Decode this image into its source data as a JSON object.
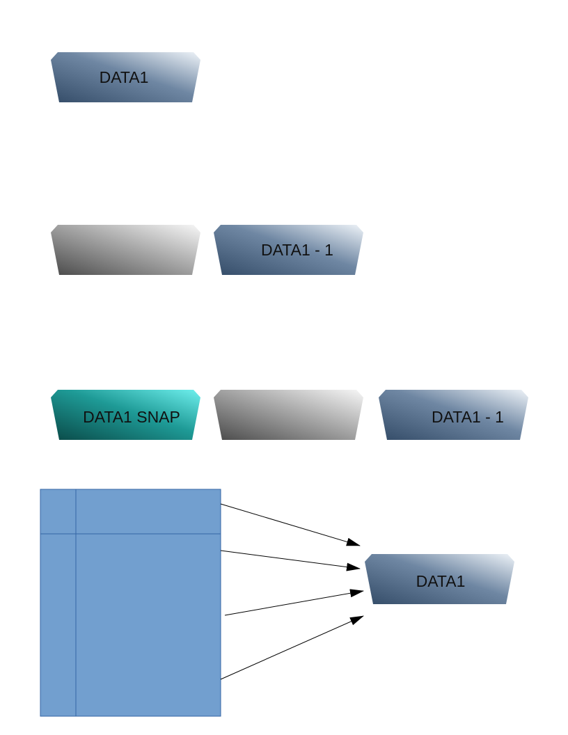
{
  "rows": [
    {
      "blocks": [
        {
          "label": "DATA1",
          "style": "slate"
        }
      ]
    },
    {
      "blocks": [
        {
          "label": "",
          "style": "gray"
        },
        {
          "label": "DATA1 - 1",
          "style": "slate"
        }
      ]
    },
    {
      "blocks": [
        {
          "label": "DATA1 SNAP",
          "style": "teal"
        },
        {
          "label": "",
          "style": "gray"
        },
        {
          "label": "DATA1 - 1",
          "style": "slate"
        }
      ]
    }
  ],
  "bottom": {
    "table": {
      "fill": "#729fcf",
      "stroke": "#3465a4"
    },
    "target_block": {
      "label": "DATA1",
      "style": "slate"
    },
    "arrow_count": 4
  },
  "colors": {
    "slate_dark": "#344c68",
    "slate_light": "#eef3f8",
    "gray_dark": "#4a4a4a",
    "gray_light": "#f7f7f7",
    "teal_dark": "#0a4a48",
    "teal_light": "#6ff0ee",
    "arrow": "#000000"
  }
}
